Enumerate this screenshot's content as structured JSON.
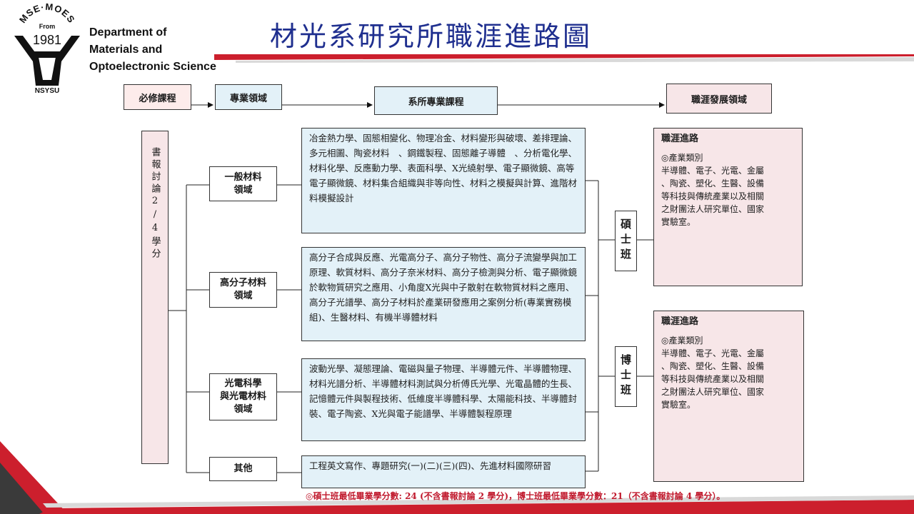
{
  "logo": {
    "arc_text": "MSE·MOES",
    "from": "From",
    "year": "1981",
    "org": "NSYSU",
    "dept_lines": [
      "Department of",
      "Materials and",
      "Optoelectronic Science"
    ]
  },
  "title": "材光系研究所職涯進路圖",
  "headers": {
    "required": "必修課程",
    "field": "專業領域",
    "courses": "系所專業課程",
    "career": "職涯發展領域"
  },
  "seminar": "書報討論2/4學分",
  "fields": [
    {
      "label": "一般材料\n領域",
      "courses": "冶金熱力學、固態相變化、物理冶金、材料變形與破壞、差排理論、多元相圖、陶瓷材料　、鋼鐵製程、固態離子導體　、分析電化學、材料化學、反應動力學、表面科學、X光繞射學、電子顯微鏡、高等電子顯微鏡、材料集合組織與非等向性、材料之模擬與計算、進階材料模擬設計"
    },
    {
      "label": "高分子材料\n領域",
      "courses": "高分子合成與反應、光電高分子、高分子物性、高分子流變學與加工原理、軟質材料、高分子奈米材料、高分子檢測與分析、電子顯微鏡於軟物質研究之應用、小角度X光與中子散射在軟物質材料之應用、高分子光譜學、高分子材料於產業研發應用之案例分析(專業實務模組)、生醫材料、有機半導體材料"
    },
    {
      "label": "光電科學\n與光電材料\n領域",
      "courses": "波動光學、凝態理論、電磁與量子物理、半導體元件、半導體物理、材料光譜分析、半導體材料測試與分析傅氏光學、光電晶體的生長、記憶體元件與製程技術、低維度半導體科學、太陽能科技、半導體封裝、電子陶瓷、X光與電子能譜學、半導體製程原理"
    },
    {
      "label": "其他",
      "courses": "工程英文寫作、專題研究(一)(二)(三)(四)、先進材料國際研習"
    }
  ],
  "degrees": {
    "master": "碩士班",
    "phd": "博士班"
  },
  "careers": [
    {
      "title": "職涯進路",
      "category": "◎產業類別",
      "body": "半導體、電子、光電、金屬\n、陶瓷、塑化、生醫、設備\n等科技與傳統產業以及相關\n之財團法人研究單位、國家\n實驗室。"
    },
    {
      "title": "職涯進路",
      "category": "◎產業類別",
      "body": "半導體、電子、光電、金屬\n、陶瓷、塑化、生醫、設備\n等科技與傳統產業以及相關\n之財團法人研究單位、國家\n實驗室。"
    }
  ],
  "note": "◎碩士班最低畢業學分數: 24 (不含書報討論 2 學分)，博士班最低畢業學分數：21（不含書報討論 4 學分）。",
  "colors": {
    "title": "#1f2f8f",
    "course_fill": "#e3f1f8",
    "career_fill": "#f7e6e8",
    "accent_red": "#d8192f",
    "note": "#c0182c"
  }
}
